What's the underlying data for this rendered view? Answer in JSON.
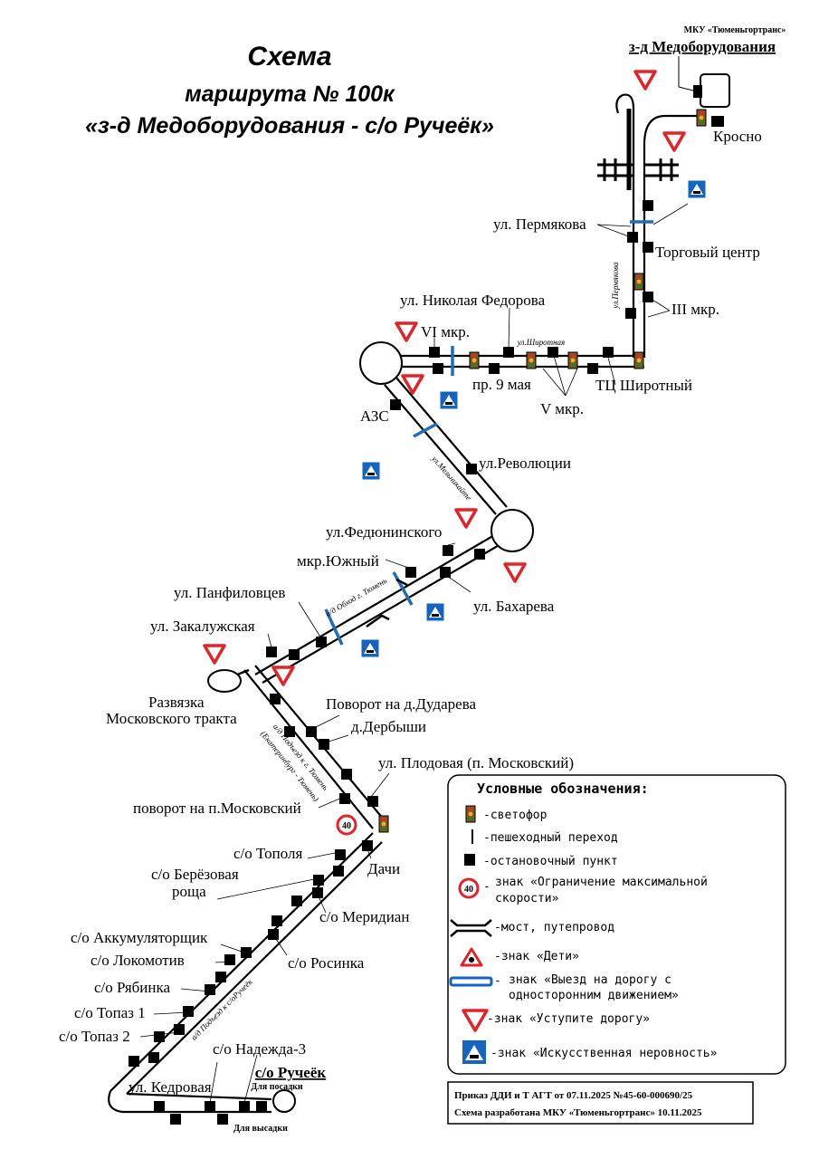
{
  "header": {
    "title_line1": "Схема",
    "title_line2": "маршрута № 100к",
    "title_line3": "«з-д Медоборудования - с/о Ручеёк»",
    "org": "МКУ «Тюменьгортранс»",
    "terminus_start": "з-д Медоборудования",
    "terminus_end": "с/о Ручеёк"
  },
  "stops": {
    "krosno": "Кросно",
    "permyakova": "ул. Пермякова",
    "torgovyi_centr": "Торговый центр",
    "iii_mkr": "III мкр.",
    "nikolaya_fedorova": "ул. Николая Федорова",
    "vi_mkr": "VI мкр.",
    "pr_9_maya": "пр. 9 мая",
    "v_mkr": "V мкр.",
    "tc_shirotnyi": "ТЦ Широтный",
    "azs": "АЗС",
    "revolyucii": "ул.Революции",
    "fedyuninskogo": "ул.Федюнинского",
    "mkr_yuzhnyi": "мкр.Южный",
    "bakhareva": "ул. Бахарева",
    "panfilovcev": "ул. Панфиловцев",
    "zakaluzhskaya": "ул. Закалужская",
    "razvyazka": "Развязка",
    "moskovskogo_trakta": "Московского тракта",
    "dudareva": "Поворот на д.Дударева",
    "derbyshi": "д.Дербыши",
    "plodovaya": "ул. Плодовая (п. Московский)",
    "povorot_moskovskii": "поворот на п.Московский",
    "topolya": "с/о Тополя",
    "dachi": "Дачи",
    "berezovaya": "с/о Берёзовая",
    "roshcha": "роща",
    "meridian": "с/о Меридиан",
    "akkumulyatorshchik": "с/о Аккумуляторщик",
    "lokomotiv": "с/о Локомотив",
    "rosinka": "с/о Росинка",
    "ryabinka": "с/о Рябинка",
    "topaz1": "с/о Топаз 1",
    "topaz2": "с/о Топаз 2",
    "nadezhda3": "с/о Надежда-3",
    "kedrovaya": "ул. Кедровая",
    "dlya_posadki": "Для посадки",
    "dlya_vysadki": "Для высадки"
  },
  "streets": {
    "permyakova": "ул.Пермякова",
    "shirotnaya": "ул.Широтная",
    "melnikaite": "ул.Мельникайте",
    "obkhod": "а/д Обход г. Тюмень",
    "podezd_tyumen": "а/д Подъезд к г. Тюмень",
    "ekaterinburg": "(Екатеринбург - Тюмень)",
    "podezd_ruchek": "а/д Подъезд к с/оРучеёк"
  },
  "speed_limit": "40",
  "legend": {
    "title": "Условные обозначения:",
    "items": [
      {
        "id": "traffic-light",
        "text": "-светофор"
      },
      {
        "id": "crosswalk",
        "text": "-пешеходный переход"
      },
      {
        "id": "bus-stop",
        "text": "-остановочный пункт"
      },
      {
        "id": "speed-limit",
        "text": "знак «Ограничение максимальной",
        "text2": "скорости»",
        "prefix": "-"
      },
      {
        "id": "bridge",
        "text": "-мост, путепровод"
      },
      {
        "id": "children",
        "text": "-знак «Дети»"
      },
      {
        "id": "one-way",
        "text": "знак «Выезд на дорогу с",
        "text2": "односторонним движением»",
        "prefix": "-"
      },
      {
        "id": "yield",
        "text": "-знак «Уступите дорогу»"
      },
      {
        "id": "bump",
        "text": "-знак «Искусственная неровность»"
      }
    ]
  },
  "footer": {
    "line1": "Приказ ДДИ и Т АГТ от 07.11.2025 №45-60-000690/25",
    "line2": "Схема разработана МКУ «Тюменьгортранс» 10.11.2025"
  },
  "colors": {
    "yield_red": "#e0242a",
    "bump_blue": "#1565c0",
    "crosswalk_blue": "#1f6eb5"
  }
}
